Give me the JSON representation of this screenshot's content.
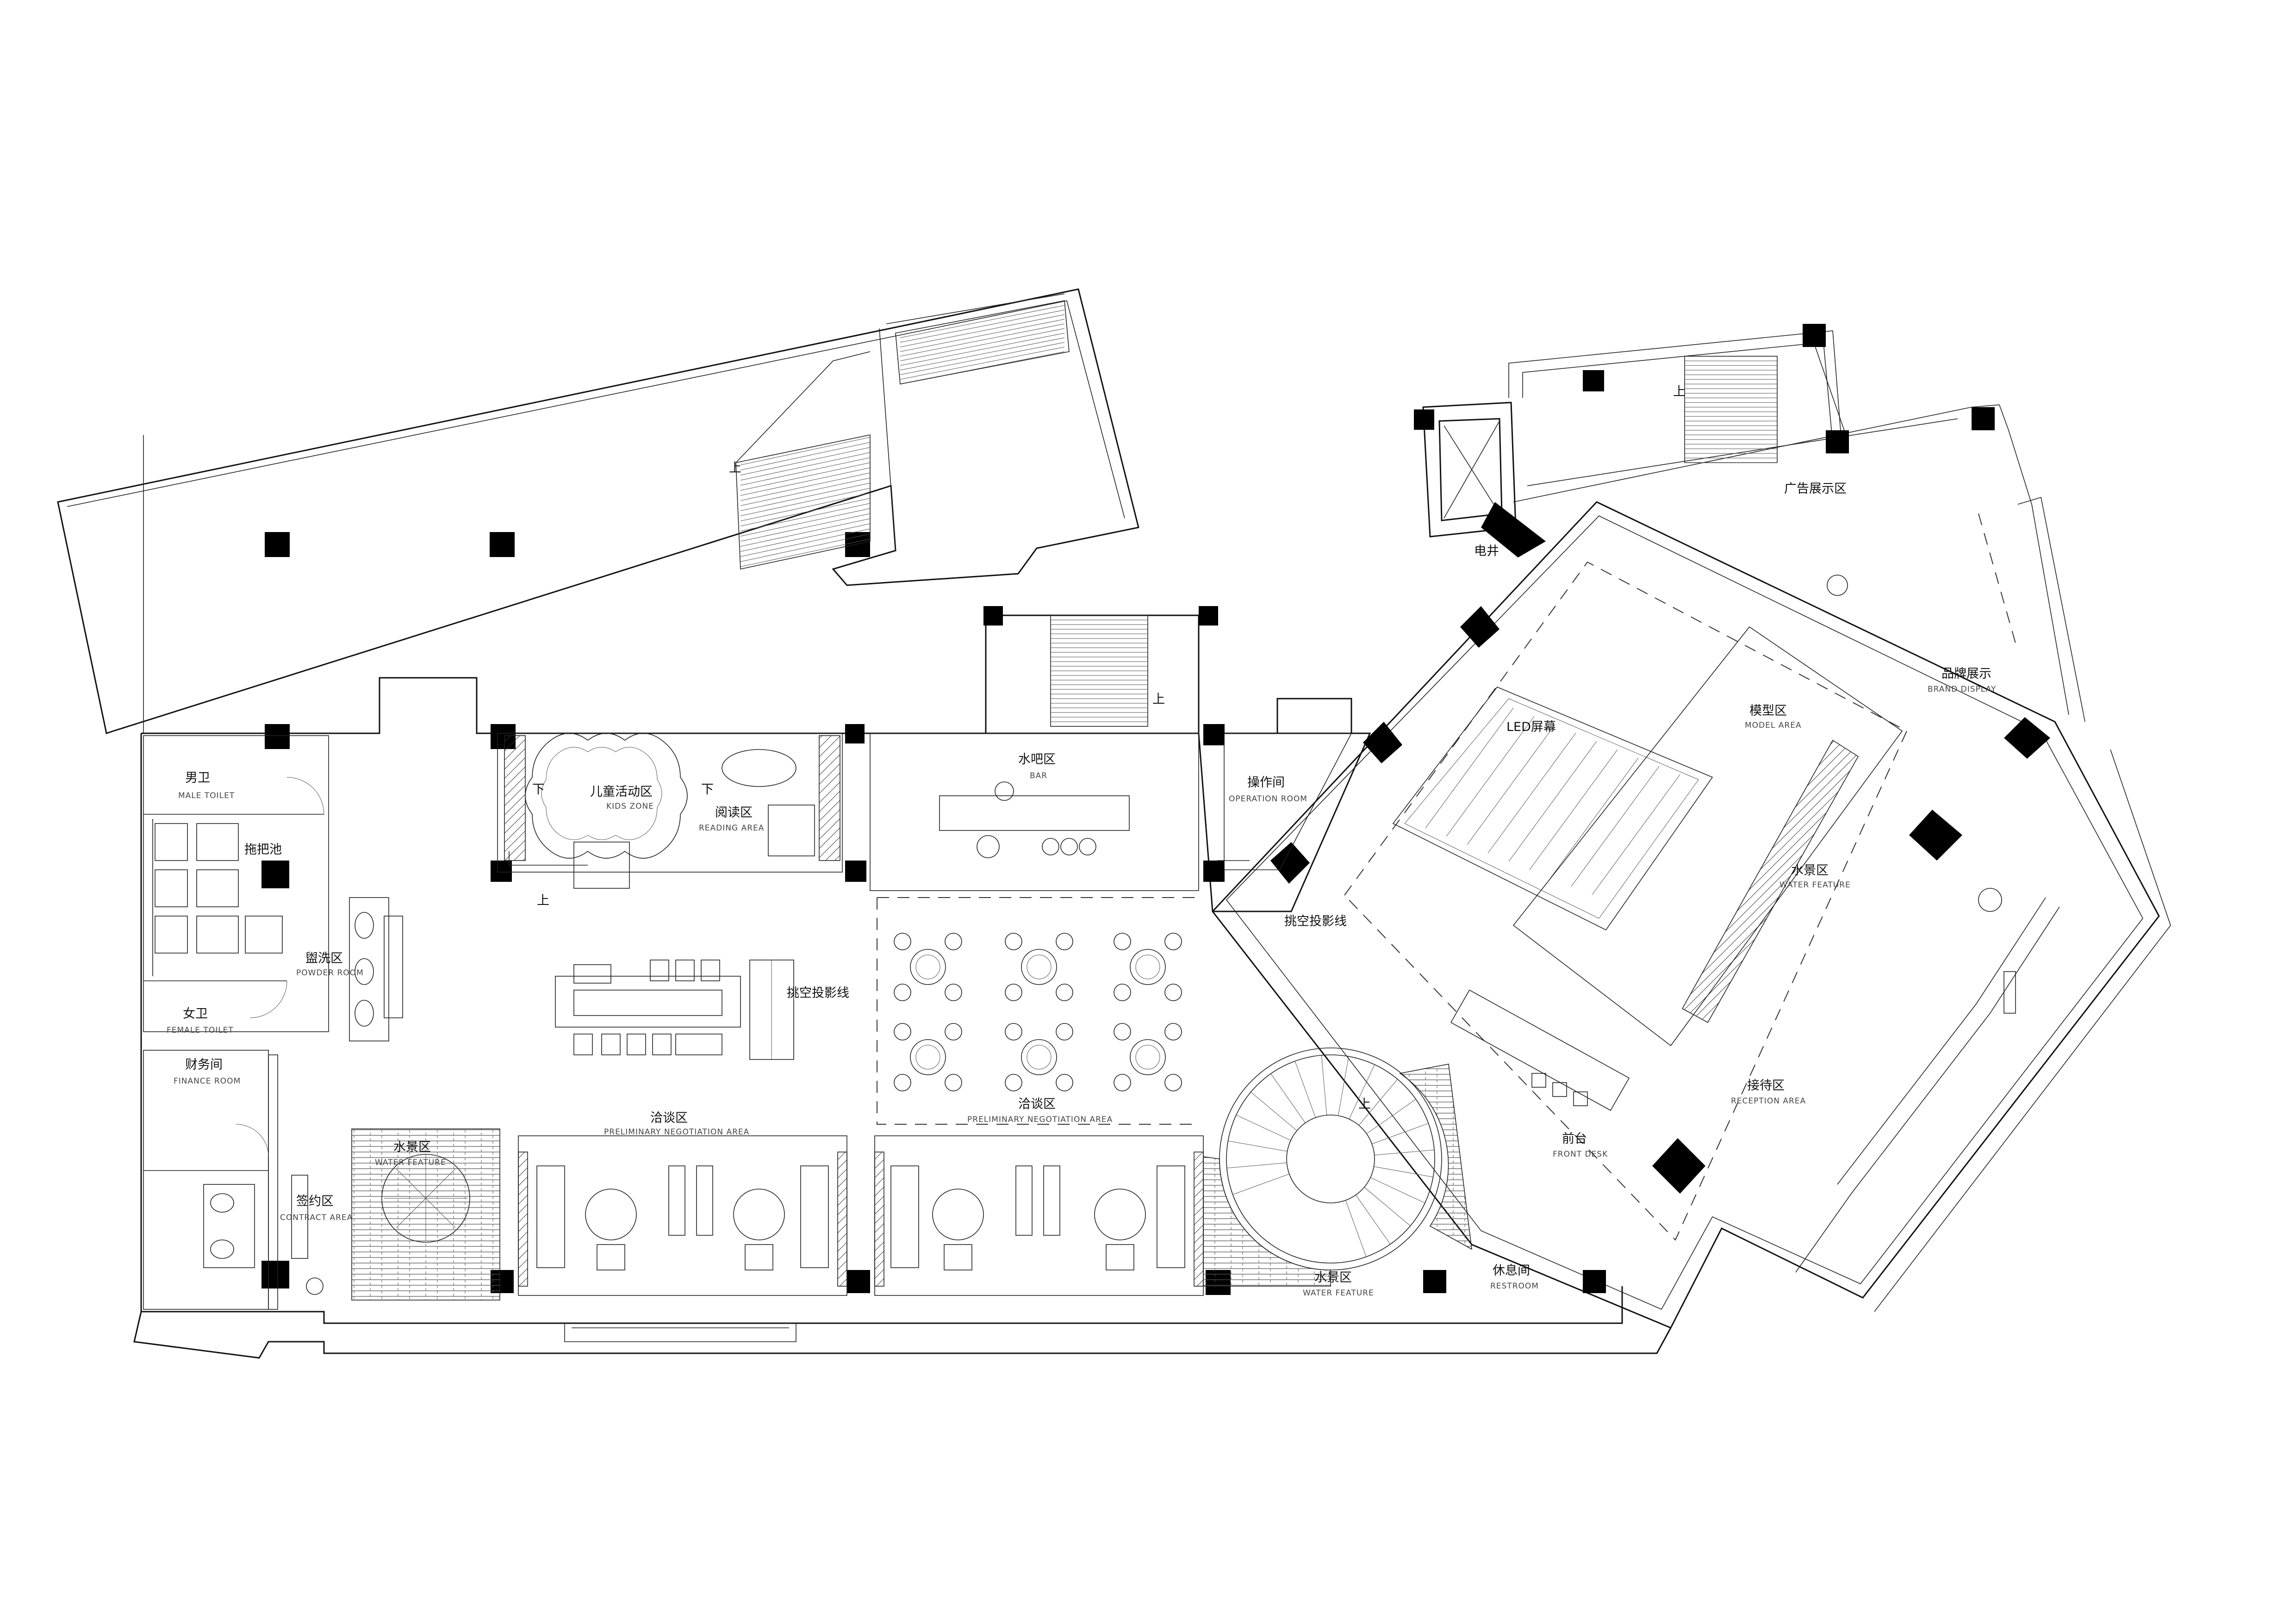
{
  "rooms": {
    "male_toilet": {
      "cn": "男卫",
      "en": "MALE TOILET"
    },
    "mop_pool": {
      "cn": "拖把池"
    },
    "powder_room": {
      "cn": "盥洗区",
      "en": "POWDER ROOM"
    },
    "female_toilet": {
      "cn": "女卫",
      "en": "FEMALE TOILET"
    },
    "finance_room": {
      "cn": "财务间",
      "en": "FINANCE ROOM"
    },
    "contract_area": {
      "cn": "签约区",
      "en": "CONTRACT AREA"
    },
    "water_feature_left": {
      "cn": "水景区",
      "en": "WATER FEATURE"
    },
    "kids_zone": {
      "cn": "儿童活动区",
      "en": "KIDS ZONE"
    },
    "reading_area": {
      "cn": "阅读区",
      "en": "READING AREA"
    },
    "bar": {
      "cn": "水吧区",
      "en": "BAR"
    },
    "operation_room": {
      "cn": "操作间",
      "en": "OPERATION ROOM"
    },
    "negotiation_left": {
      "cn": "洽谈区",
      "en": "PRELIMINARY NEGOTIATION AREA"
    },
    "negotiation_right": {
      "cn": "洽谈区",
      "en": "PRELIMINARY NEGOTIATION AREA"
    },
    "water_feature_bottom": {
      "cn": "水景区",
      "en": "WATER FEATURE"
    },
    "restroom": {
      "cn": "休息间",
      "en": "RESTROOM"
    },
    "front_desk": {
      "cn": "前台",
      "en": "FRONT DESK"
    },
    "reception_area": {
      "cn": "接待区",
      "en": "RECEPTION AREA"
    },
    "water_feature_right": {
      "cn": "水景区",
      "en": "WATER FEATURE"
    },
    "model_area": {
      "cn": "模型区",
      "en": "MODEL AREA"
    },
    "led_screen": {
      "cn": "LED屏幕"
    },
    "brand_display": {
      "cn": "品牌展示",
      "en": "BRAND DISPLAY"
    },
    "ad_display": {
      "cn": "广告展示区"
    },
    "elevator_shaft": {
      "cn": "电井"
    }
  },
  "annotations": {
    "void_projection_1": "挑空投影线",
    "void_projection_2": "挑空投影线",
    "up": "上",
    "down": "下"
  },
  "symbols": {
    "columns": "solid-square",
    "stairs": "stair-icon",
    "doors": "door-swing-icon",
    "tables": "round-table-icon"
  }
}
